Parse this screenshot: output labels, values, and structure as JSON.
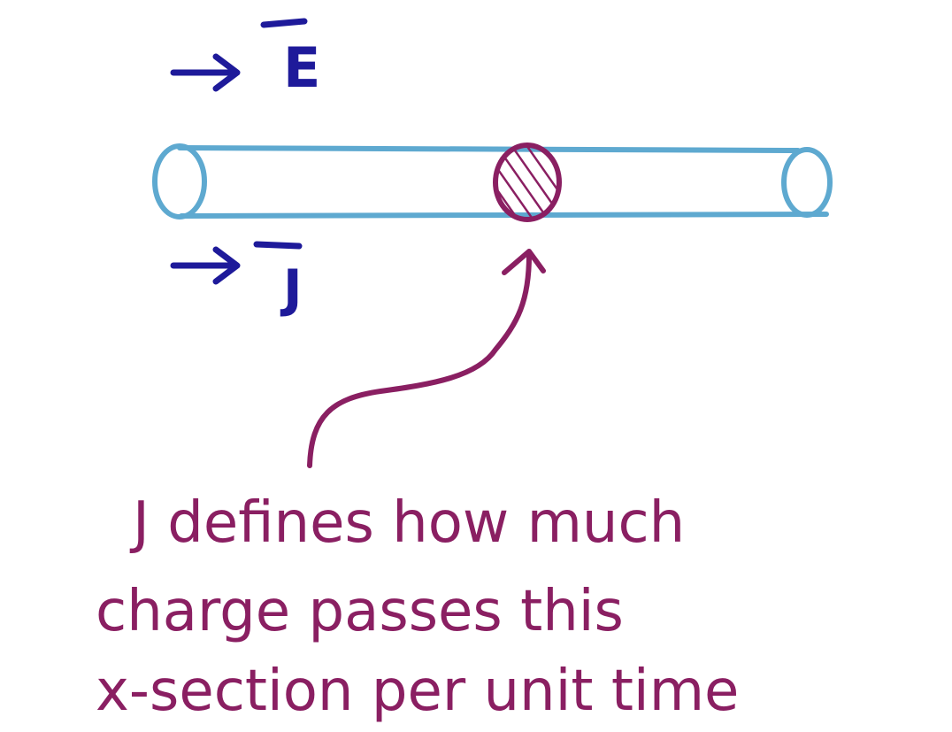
{
  "labels": {
    "e_field": "E",
    "current_density": "J"
  },
  "annotation": {
    "line1": "J defines how much",
    "line2": "charge passes this",
    "line3": "x-section per unit time"
  },
  "colors": {
    "wire": "#5ea9d0",
    "vector_ink": "#1e1a9a",
    "annotation_ink": "#8a1f62"
  }
}
